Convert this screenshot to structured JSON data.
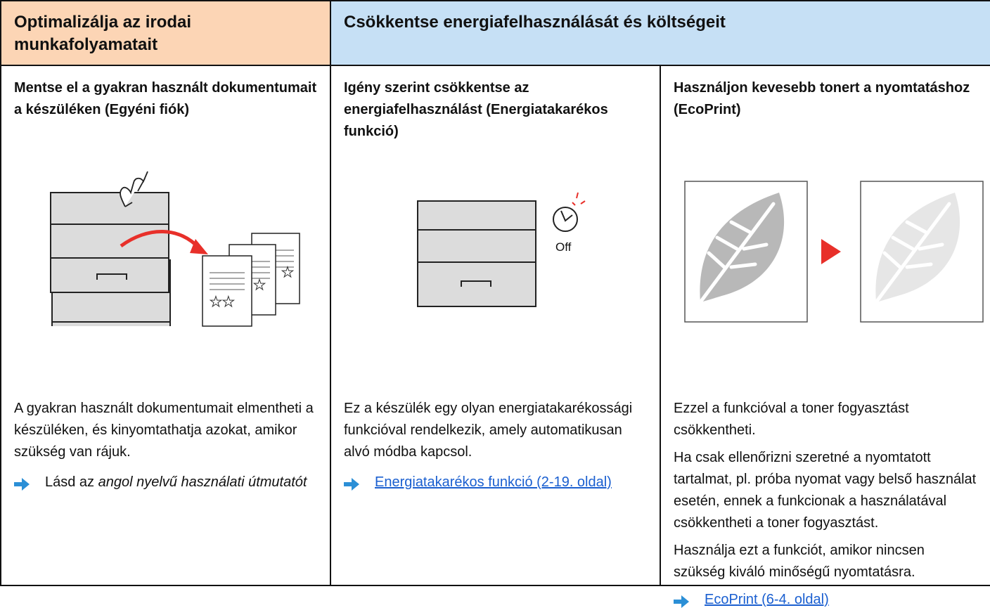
{
  "header": {
    "left_title": "Optimalizálja az irodai munkafolyamatait",
    "right_title": "Csökkentse energiafelhasználását és költségeit"
  },
  "columns": [
    {
      "title": "Mentse el a gyakran használt dokumentumait a készüléken (Egyéni fiók)",
      "body": [
        "A gyakran használt dokumentumait elmentheti a készüléken, és kinyomtathatja azokat, amikor szükség van rájuk."
      ],
      "ref_prefix": "Lásd az ",
      "ref_italic": "angol nyelvű használati útmutatót"
    },
    {
      "title": "Igény szerint csökkentse az energiafelhasználást (Energiatakarékos funkció)",
      "illustration_label": "Off",
      "body": [
        "Ez a készülék egy olyan energiatakarékossági funkcióval rendelkezik, amely automatikusan alvó módba kapcsol."
      ],
      "link": "Energiatakarékos funkció (2-19. oldal)"
    },
    {
      "title": "Használjon kevesebb tonert a nyomtatáshoz (EcoPrint)",
      "body": [
        "Ezzel a funkcióval a toner fogyasztást csökkentheti.",
        "Ha csak ellenőrizni szeretné a nyomtatott tartalmat, pl. próba nyomat vagy belső használat esetén, ennek a funkcionak a használatával csökkentheti a toner fogyasztást.",
        "Használja ezt a funkciót, amikor nincsen szükség kiváló minőségű nyomtatásra."
      ],
      "link": "EcoPrint (6-4. oldal)"
    }
  ],
  "colors": {
    "header_left_bg": "#fcd5b5",
    "header_right_bg": "#c6e0f5",
    "link": "#1a5fd0",
    "accent_red": "#e8302a",
    "arrow_blue": "#2b8fd6"
  }
}
